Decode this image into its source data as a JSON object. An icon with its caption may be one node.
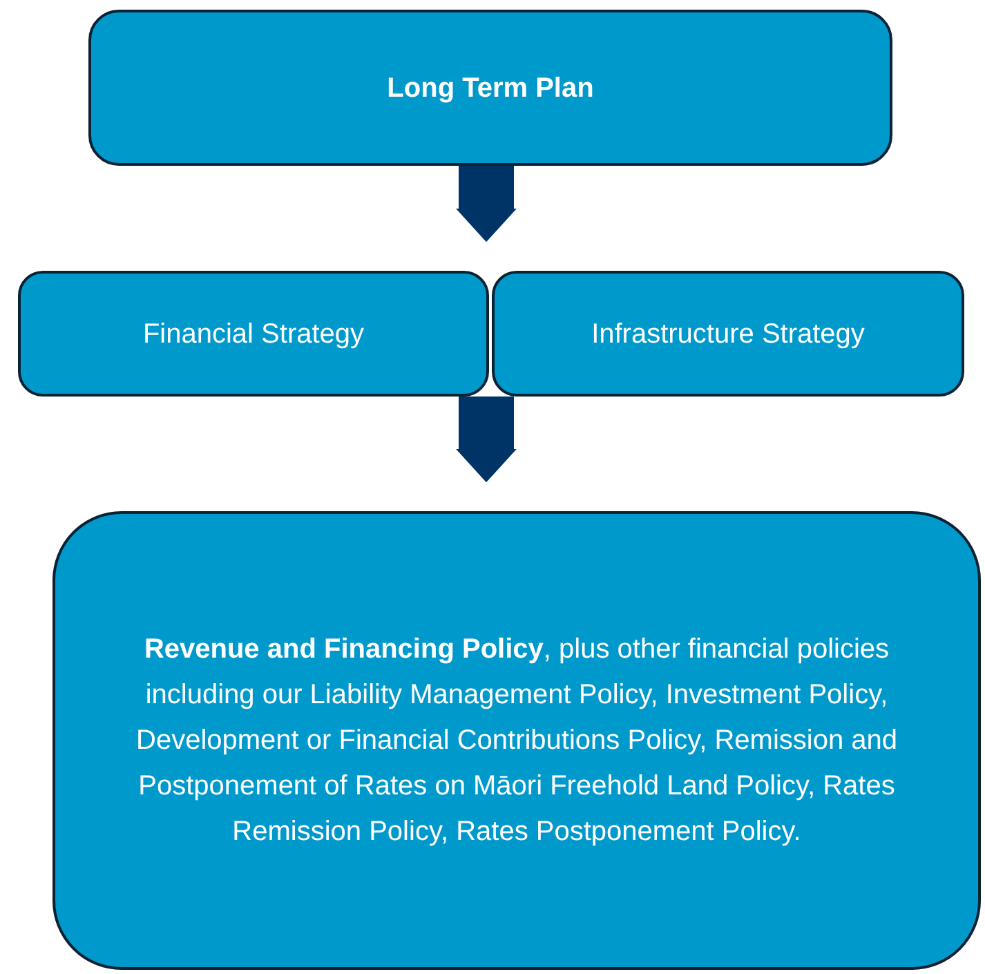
{
  "diagram": {
    "nodes": [
      {
        "text": [
          "Long Term Plan"
        ]
      },
      {
        "text": [
          "Financial Strategy"
        ]
      },
      {
        "text": [
          "Infrastructure Strategy"
        ]
      },
      {
        "text": [
          "**Revenue and Financing Policy**, plus other financial policies including our Liability Management Policy, Investment Policy, Development or Financial Contributions Policy, Remission and Postponement of Rates on Māori Freehold Land Policy, Rates Remission Policy, Rates Postponement Policy."
        ]
      }
    ],
    "edges": [
      {
        "from": 0,
        "to": 1,
        "arrow": "to"
      },
      {
        "from": 0,
        "to": 2,
        "arrow": "to"
      },
      {
        "from": 1,
        "to": 3,
        "arrow": "to"
      },
      {
        "from": 2,
        "to": 3,
        "arrow": "to"
      }
    ]
  }
}
